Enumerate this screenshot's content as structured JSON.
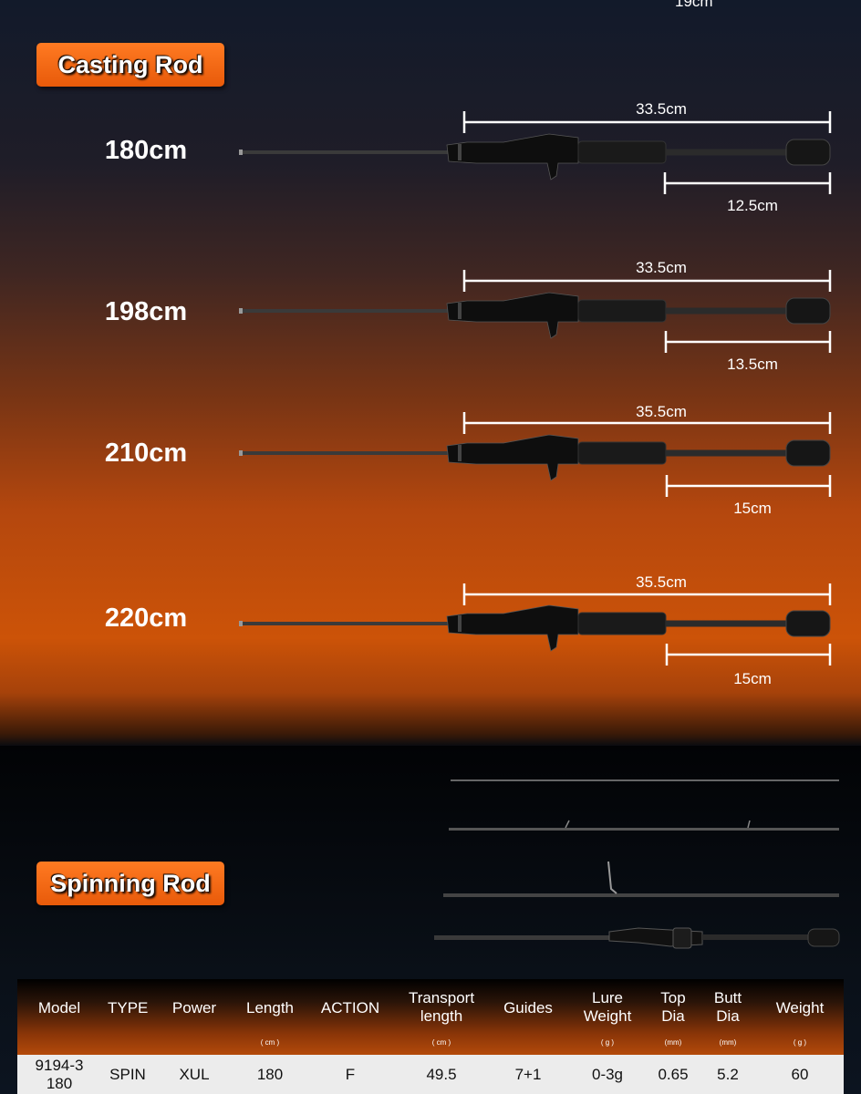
{
  "top_cut_label": "19cm",
  "casting": {
    "badge": "Casting Rod",
    "rods": [
      {
        "length": "180cm",
        "handle": "33.5cm",
        "rear": "12.5cm"
      },
      {
        "length": "198cm",
        "handle": "33.5cm",
        "rear": "13.5cm"
      },
      {
        "length": "210cm",
        "handle": "35.5cm",
        "rear": "15cm"
      },
      {
        "length": "220cm",
        "handle": "35.5cm",
        "rear": "15cm"
      }
    ]
  },
  "spinning": {
    "badge": "Spinning Rod"
  },
  "table": {
    "headers": [
      {
        "label": "Model",
        "unit": ""
      },
      {
        "label": "TYPE",
        "unit": ""
      },
      {
        "label": "Power",
        "unit": ""
      },
      {
        "label": "Length",
        "unit": "( cm )"
      },
      {
        "label": "ACTION",
        "unit": ""
      },
      {
        "label": "Transport length",
        "unit": "( cm )"
      },
      {
        "label": "Guides",
        "unit": ""
      },
      {
        "label": "Lure Weight",
        "unit": "( g )"
      },
      {
        "label": "Top Dia",
        "unit": "(mm)"
      },
      {
        "label": "Butt Dia",
        "unit": "(mm)"
      },
      {
        "label": "Weight",
        "unit": "( g )"
      }
    ],
    "rows": [
      [
        "9194-3 180",
        "SPIN",
        "XUL",
        "180",
        "F",
        "49.5",
        "7+1",
        "0-3g",
        "0.65",
        "5.2",
        "60"
      ]
    ]
  }
}
